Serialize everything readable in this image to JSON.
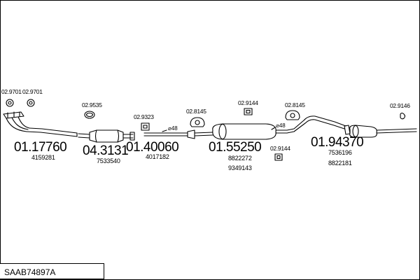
{
  "title": "SAAB74897A",
  "part_numbers": {
    "front_pipe": "01.17760",
    "catalyst": "04.3131",
    "middle_pipe": "01.40060",
    "middle_silencer": "01.55250",
    "rear_silencer": "01.94370"
  },
  "oem_numbers": {
    "front_pipe": "4159281",
    "catalyst": "7533540",
    "middle_pipe": "4017182",
    "middle_silencer_1": "8822272",
    "middle_silencer_2": "9349143",
    "rear_silencer_1": "7536196",
    "rear_silencer_2": "8822181"
  },
  "accessories": {
    "gasket_a": "02.9701",
    "gasket_b": "02.9701",
    "ring_a": "02.9535",
    "clamp_a": "02.9323",
    "hanger_a": "02.8145",
    "rubber_a": "02.9144",
    "rubber_b": "02.9144",
    "hanger_b": "02.8145",
    "rubber_c": "02.9146"
  },
  "diameters": {
    "d1": "⌀48",
    "d2": "⌀48"
  }
}
